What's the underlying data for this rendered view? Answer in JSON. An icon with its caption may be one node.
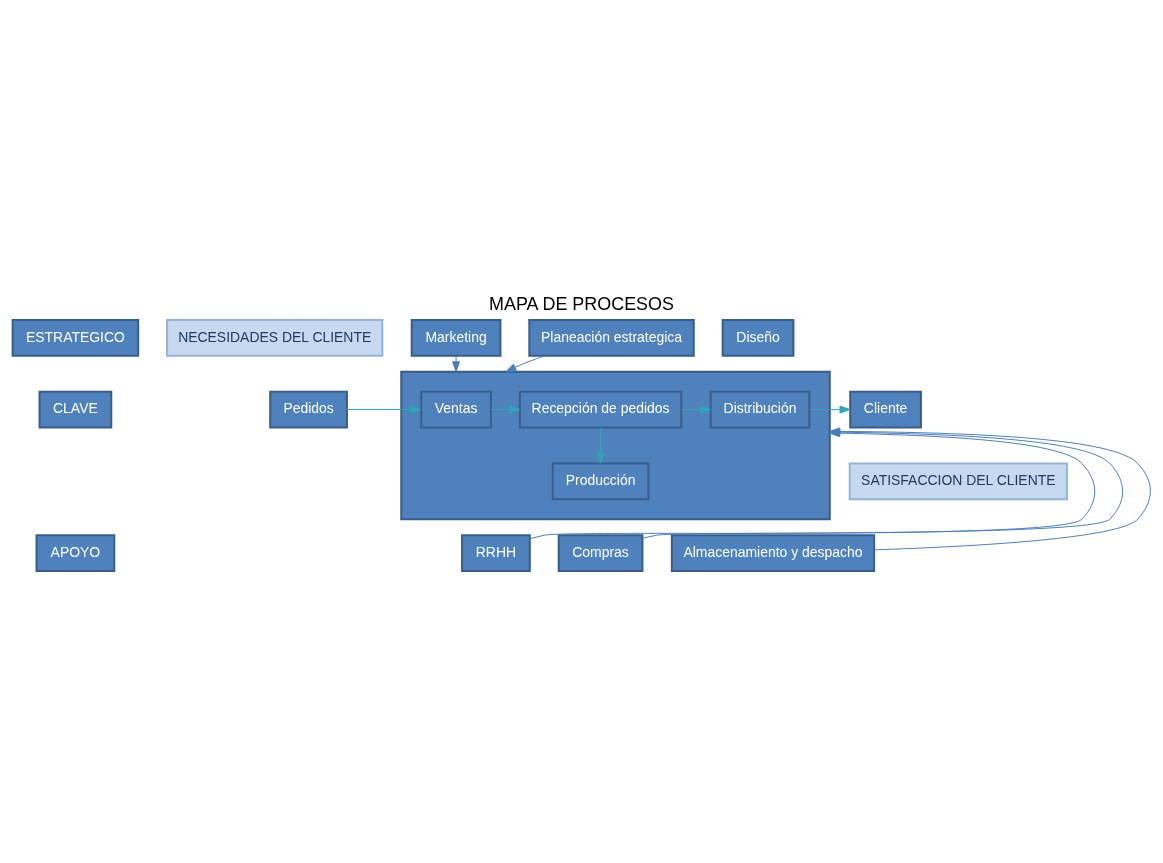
{
  "diagram": {
    "title": "MAPA DE PROCESOS",
    "nodes": [
      {
        "text": [
          "ESTRATEGICO"
        ]
      },
      {
        "text": [
          "CLAVE"
        ]
      },
      {
        "text": [
          "APOYO"
        ]
      },
      {
        "text": [
          "NECESIDADES DEL CLIENTE"
        ]
      },
      {
        "text": [
          "SATISFACCION DEL CLIENTE"
        ]
      },
      {
        "text": [
          "Marketing"
        ]
      },
      {
        "text": [
          "Diseño"
        ]
      },
      {
        "text": [
          "Planeación estrategica"
        ]
      },
      {
        "text": [],
        "shape": "box"
      },
      {
        "text": [
          "Pedidos"
        ]
      },
      {
        "text": [
          "Ventas"
        ],
        "in": 8
      },
      {
        "text": [
          "Recepción de pedidos"
        ],
        "in": 8
      },
      {
        "text": [
          "Distribución"
        ],
        "in": 8
      },
      {
        "text": [
          "Producción"
        ],
        "in": 8
      },
      {
        "text": [
          "Cliente"
        ]
      },
      {
        "text": [
          "RRHH"
        ]
      },
      {
        "text": [
          "Compras"
        ]
      },
      {
        "text": [
          "Almacenamiento y despacho"
        ]
      }
    ],
    "edges": [
      {
        "from": 5,
        "to": 8,
        "arrow": "to",
        "color": "#4a7ebb"
      },
      {
        "from": 7,
        "to": 8,
        "arrow": "to",
        "color": "#4a7ebb"
      },
      {
        "from": 9,
        "to": 10,
        "arrow": "to",
        "color": "#31a5b5"
      },
      {
        "from": 10,
        "to": 11,
        "arrow": "to",
        "color": "#31a5b5"
      },
      {
        "from": 11,
        "to": 12,
        "arrow": "to",
        "color": "#31a5b5"
      },
      {
        "from": 11,
        "to": 13,
        "arrow": "to",
        "color": "#31a5b5"
      },
      {
        "from": 12,
        "to": 14,
        "arrow": "to",
        "color": "#31a5b5"
      },
      {
        "from": 15,
        "to": 8,
        "arrow": "to",
        "color": "#4a7ebb"
      },
      {
        "from": 16,
        "to": 8,
        "arrow": "to",
        "color": "#4a7ebb"
      },
      {
        "from": 17,
        "to": 8,
        "arrow": "to",
        "color": "#4a7ebb"
      }
    ]
  }
}
